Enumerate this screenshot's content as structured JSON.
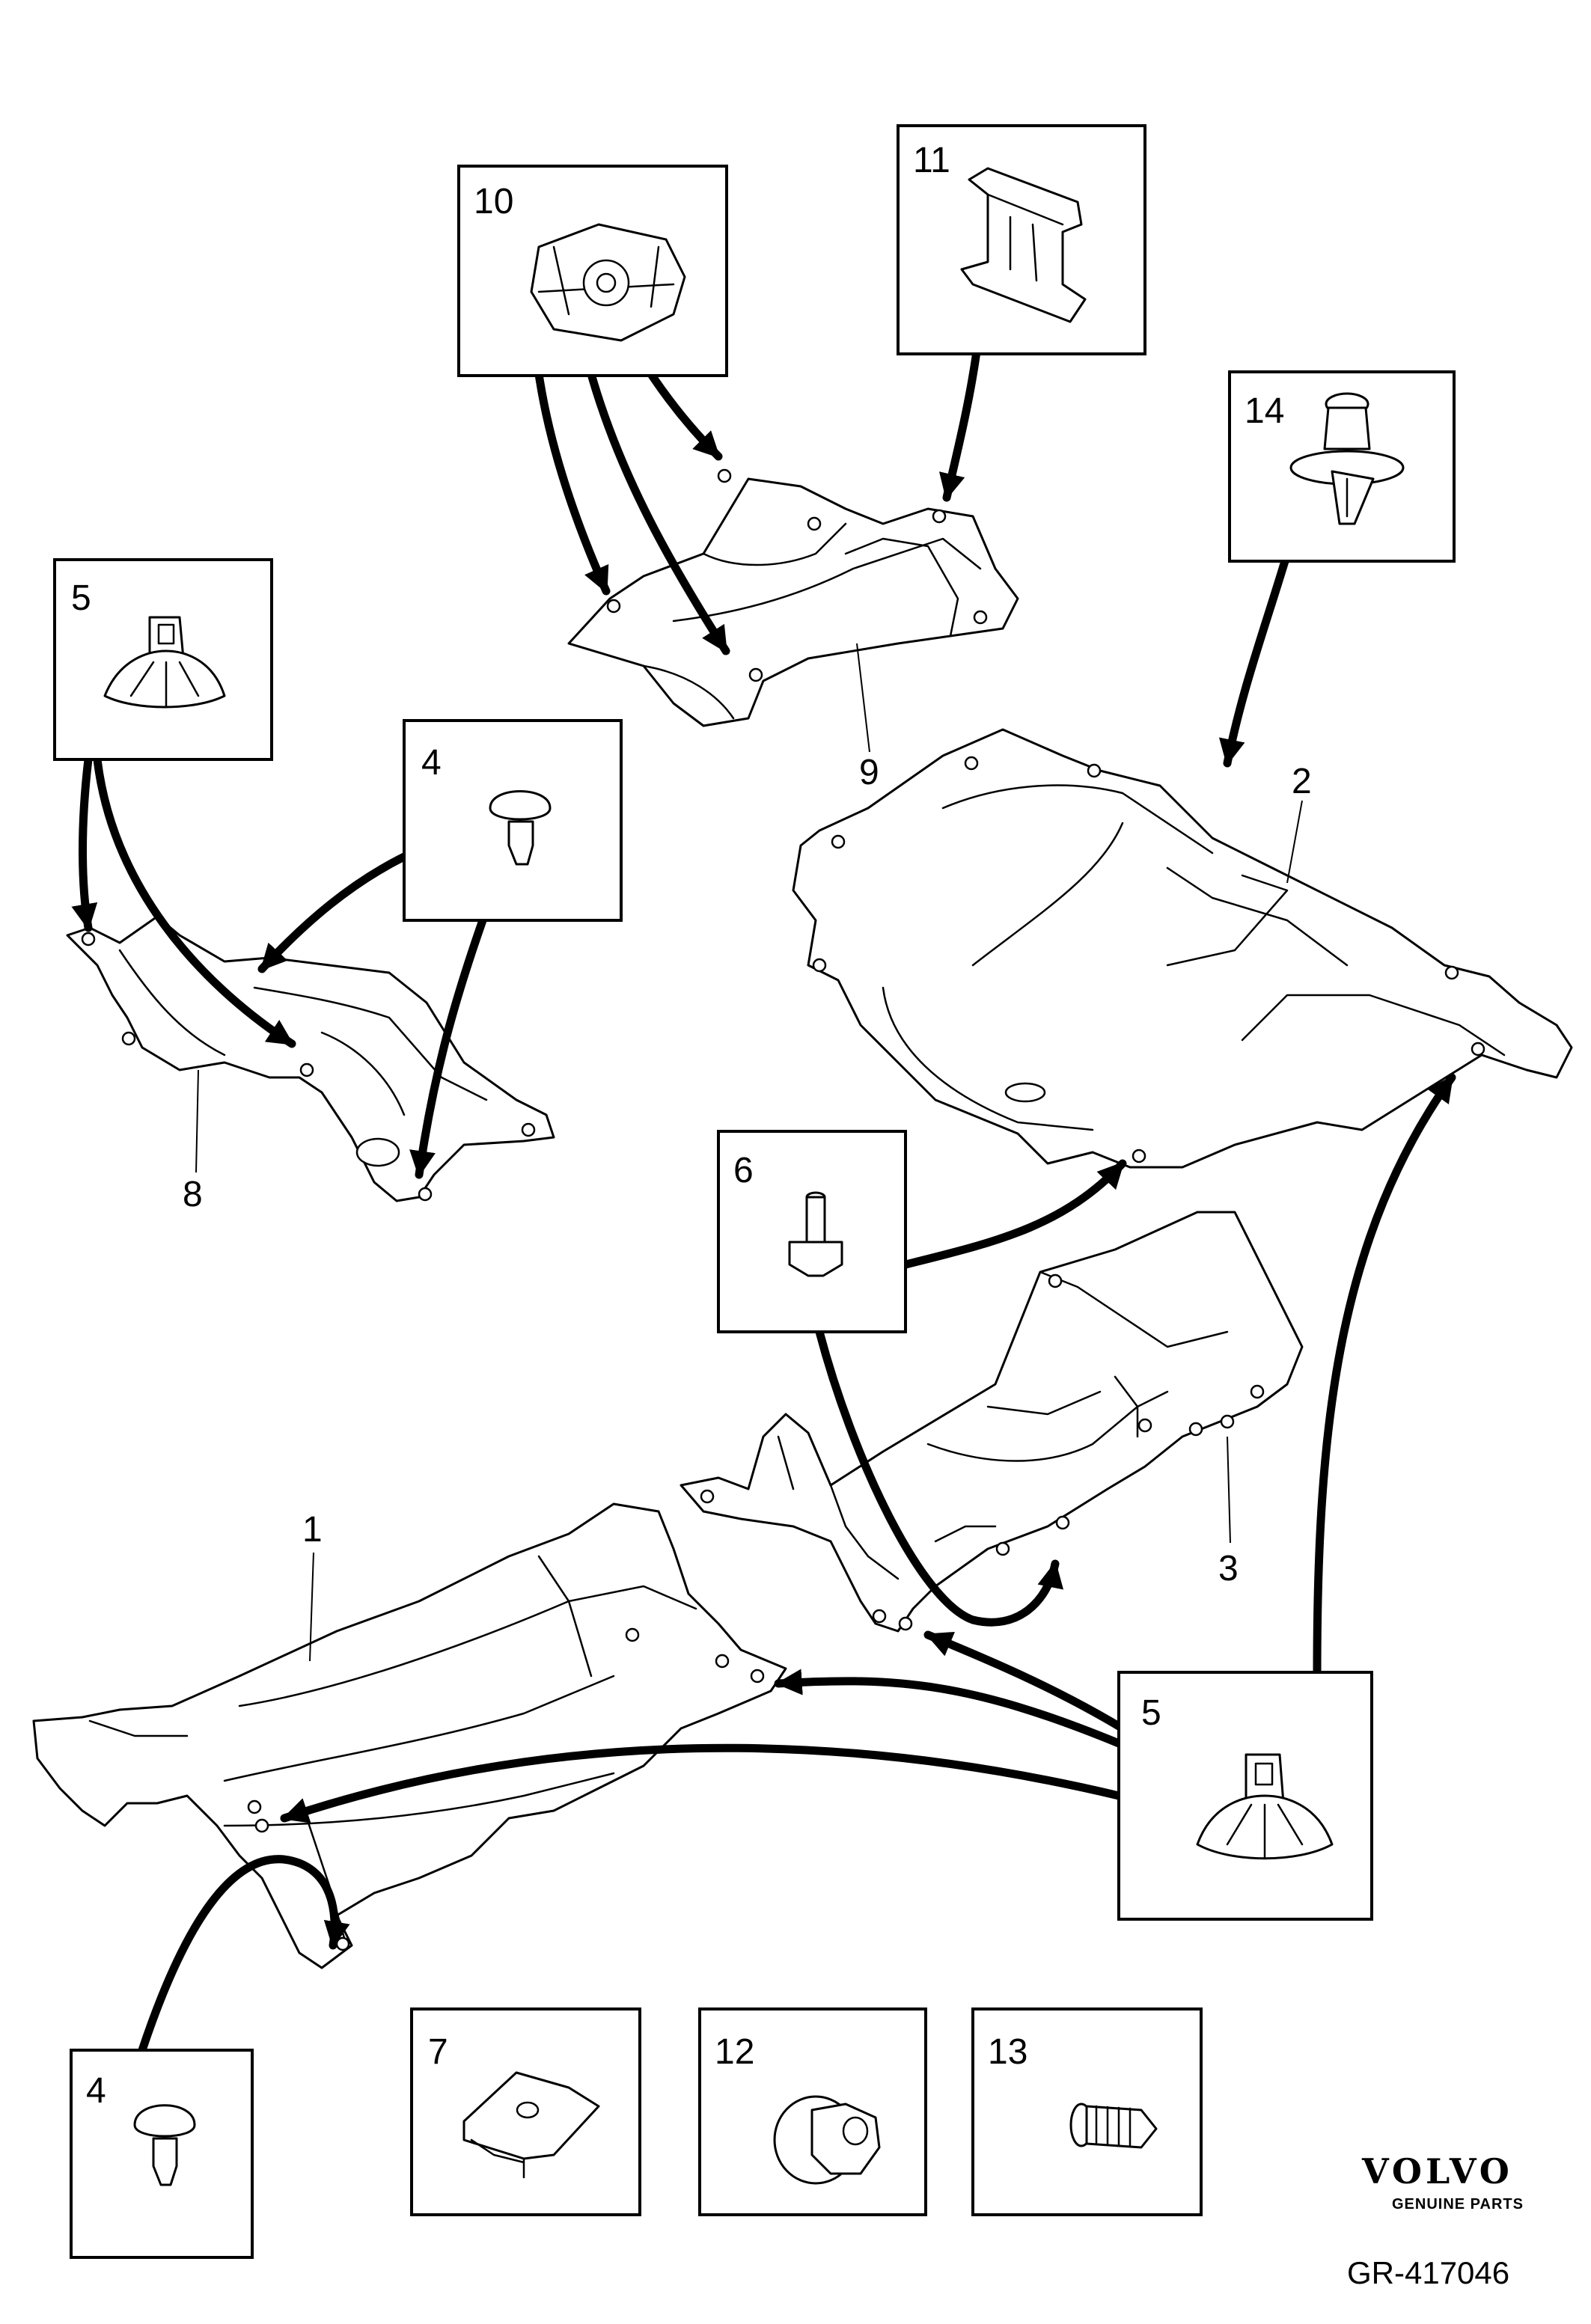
{
  "callouts": {
    "c1": "1",
    "c2": "2",
    "c3": "3",
    "c8": "8",
    "c9": "9"
  },
  "boxes": {
    "b10": "10",
    "b11": "11",
    "b14": "14",
    "b5a": "5",
    "b4a": "4",
    "b6": "6",
    "b5b": "5",
    "b4b": "4",
    "b7": "7",
    "b12": "12",
    "b13": "13"
  },
  "brand": {
    "logo": "VOLVO",
    "tagline": "GENUINE PARTS",
    "reference": "GR-417046"
  }
}
